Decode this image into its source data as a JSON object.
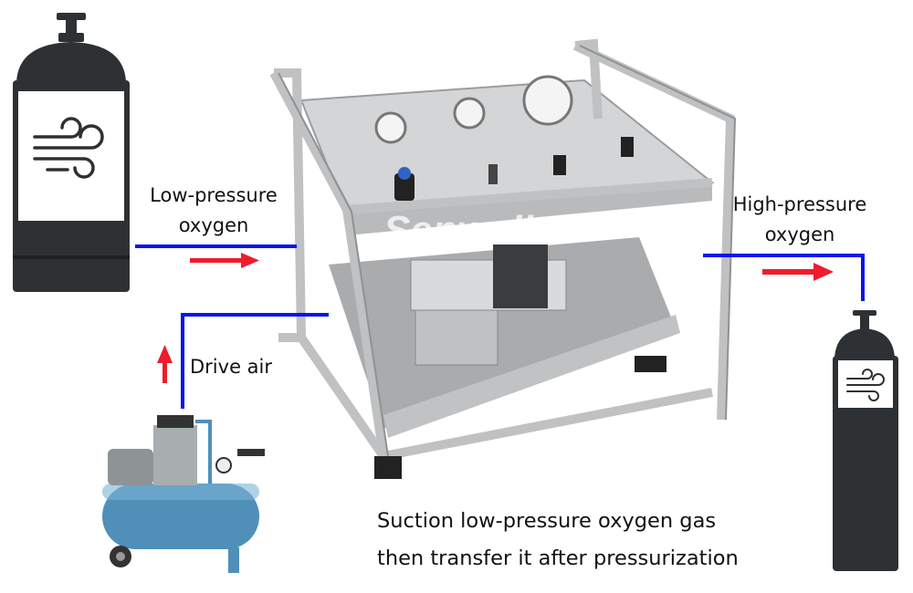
{
  "labels": {
    "low_pressure_line1": "Low-pressure",
    "low_pressure_line2": "oxygen",
    "high_pressure_line1": "High-pressure",
    "high_pressure_line2": "oxygen",
    "drive_air": "Drive air",
    "caption_line1": "Suction low-pressure oxygen gas",
    "caption_line2": "then transfer it after pressurization"
  },
  "watermark": "Senwell",
  "colors": {
    "pipe": "#0a14f0",
    "arrow": "#ee1c2e",
    "cylinder": "#2e3134",
    "compressor": "#4f8fb8",
    "steel": "#c9cbcc"
  },
  "icons": [
    "gas-cylinder-icon",
    "wind-icon",
    "air-compressor",
    "gas-booster-machine",
    "arrow-right-icon",
    "arrow-up-icon"
  ]
}
